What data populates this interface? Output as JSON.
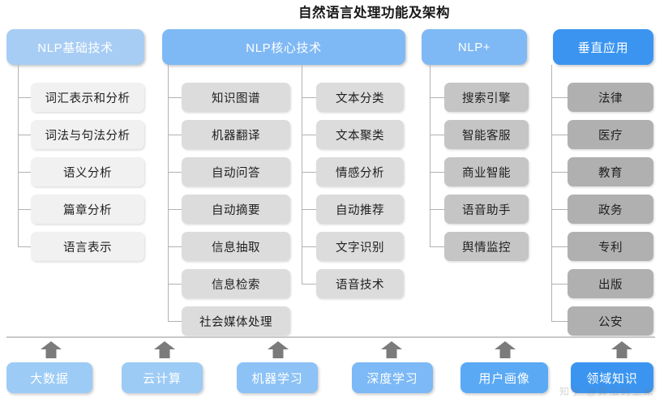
{
  "title": "自然语言处理功能及架构",
  "palette": {
    "header_light_blue": "#a8cdf4",
    "header_blue": "#7fb9f5",
    "header_deep_blue": "#3b95f0",
    "node_gray_1": "#f1f1f1",
    "node_gray_2": "#dcdcdc",
    "node_gray_3": "#c5c5c5",
    "node_gray_4": "#b0b0b0",
    "line_gray": "#b2b2b2",
    "arrow_gray": "#7b7b7b",
    "title_color": "#1a1a1a"
  },
  "columns": [
    {
      "id": "nlp-basic",
      "header": "NLP基础技术",
      "header_color": "#a8cdf4",
      "node_color": "#f1f1f1",
      "items": [
        "词汇表示和分析",
        "词法与句法分析",
        "语义分析",
        "篇章分析",
        "语言表示"
      ]
    },
    {
      "id": "nlp-core-a",
      "header": "NLP核心技术",
      "header_color": "#7fb9f5",
      "node_color": "#dcdcdc",
      "items": [
        "知识图谱",
        "机器翻译",
        "自动问答",
        "自动摘要",
        "信息抽取",
        "信息检索",
        "社会媒体处理"
      ]
    },
    {
      "id": "nlp-core-b",
      "header": "",
      "header_color": "#7fb9f5",
      "node_color": "#dcdcdc",
      "items": [
        "文本分类",
        "文本聚类",
        "情感分析",
        "自动推荐",
        "文字识别",
        "语音技术"
      ]
    },
    {
      "id": "nlp-plus",
      "header": "NLP+",
      "header_color": "#7fb9f5",
      "node_color": "#c5c5c5",
      "items": [
        "搜索引擎",
        "智能客服",
        "商业智能",
        "语音助手",
        "舆情监控"
      ]
    },
    {
      "id": "vertical-app",
      "header": "垂直应用",
      "header_color": "#3b95f0",
      "node_color": "#b0b0b0",
      "items": [
        "法律",
        "医疗",
        "教育",
        "政务",
        "专利",
        "出版",
        "公安"
      ]
    }
  ],
  "foundation": {
    "items": [
      {
        "label": "大数据",
        "color": "#9ccbf6"
      },
      {
        "label": "云计算",
        "color": "#9ccbf6"
      },
      {
        "label": "机器学习",
        "color": "#8cc2f6"
      },
      {
        "label": "深度学习",
        "color": "#7cb9f6"
      },
      {
        "label": "用户画像",
        "color": "#5aa9f4"
      },
      {
        "label": "领域知识",
        "color": "#3b95f0"
      }
    ]
  },
  "watermark": "知乎 @算法码上来"
}
